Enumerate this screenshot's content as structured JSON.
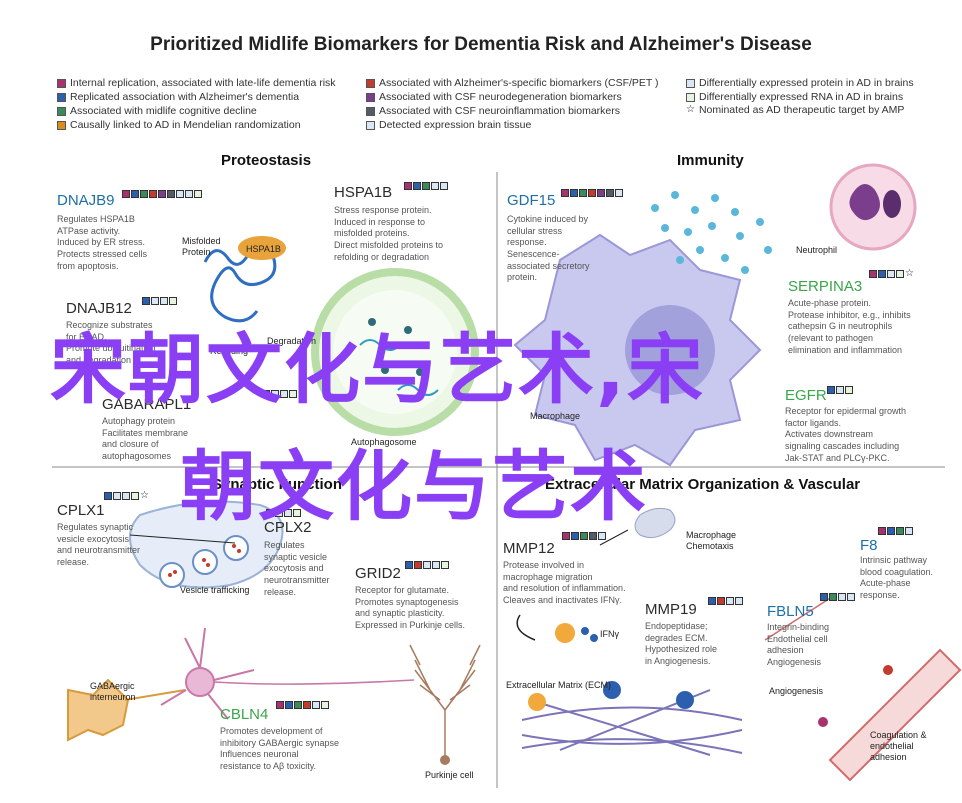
{
  "title": "Prioritized Midlife Biomarkers for Dementia Risk and Alzheimer's Disease",
  "colors": {
    "internal_replication": "#a8326e",
    "replicated_ad": "#2c5fae",
    "midlife_cognitive": "#3a8a5c",
    "mendelian": "#d98c1f",
    "ad_specific": "#c33a2e",
    "neurodegeneration": "#7a3e8c",
    "neuroinflammation": "#555a66",
    "brain_tissue": "#d9e6f5",
    "protein_ad": "#d8e8f2",
    "rna_ad": "#e6f3de",
    "watermark": "#8a3ff5"
  },
  "legend": [
    {
      "label": "Internal replication, associated with late-life dementia risk",
      "color": "#a8326e"
    },
    {
      "label": "Replicated association with Alzheimer's dementia",
      "color": "#2c5fae"
    },
    {
      "label": "Associated with midlife cognitive decline",
      "color": "#3a8a5c"
    },
    {
      "label": "Causally linked to AD in Mendelian randomization",
      "color": "#d98c1f"
    },
    {
      "label": "Associated with Alzheimer's-specific biomarkers (CSF/PET )",
      "color": "#c33a2e"
    },
    {
      "label": "Associated with CSF neurodegeneration biomarkers",
      "color": "#7a3e8c"
    },
    {
      "label": "Associated with CSF neuroinflammation biomarkers",
      "color": "#555a66"
    },
    {
      "label": "Detected expression brain tissue",
      "color": "#d9e6f5"
    },
    {
      "label": "Differentially expressed protein in AD in brains",
      "color": "#d8e8f2"
    },
    {
      "label": "Differentially expressed RNA in AD in brains",
      "color": "#e6f3de"
    },
    {
      "label": "Nominated as AD therapeutic target by AMP",
      "color": "star"
    }
  ],
  "sections": {
    "proteostasis": "Proteostasis",
    "immunity": "Immunity",
    "synaptic": "Synaptic Function",
    "ecm": "Extracellular Matrix Organization & Vascular"
  },
  "genes": {
    "dnajb9": {
      "name": "DNAJB9",
      "desc": "Regulates HSPA1B\nATPase activity.\nInduced by ER stress.\nProtects stressed cells\nfrom apoptosis."
    },
    "hspa1b": {
      "name": "HSPA1B",
      "desc": "Stress response protein.\nInduced in response to\nmisfolded proteins.\nDirect misfolded proteins to\nrefolding or degradation"
    },
    "dnajb12": {
      "name": "DNAJB12",
      "desc": "Recognize substrates\nfor ERAD.\nPromote ubiquitination\nand degradation"
    },
    "gabarapl1": {
      "name": "GABARAPL1",
      "desc": "Autophagy protein\nFacilitates membrane\nand closure of\nautophagosomes"
    },
    "gdf15": {
      "name": "GDF15",
      "desc": "Cytokine induced by\ncellular stress\nresponse.\nSenescence-\nassociated secretory\nprotein."
    },
    "serpina3": {
      "name": "SERPINA3",
      "desc": "Acute-phase protein.\nProtease inhibitor, e.g., inhibits\ncathepsin G in neutrophils\n(relevant to pathogen\nelimination and inflammation"
    },
    "egfr": {
      "name": "EGFR",
      "desc": "Receptor for epidermal growth\nfactor ligands.\nActivates downstream\nsignaling cascades including\nJak-STAT and PLCγ-PKC."
    },
    "cplx1": {
      "name": "CPLX1",
      "desc": "Regulates synaptic\nvesicle exocytosis\nand neurotransmitter\nrelease."
    },
    "cplx2": {
      "name": "CPLX2",
      "desc": "Regulates\nsynaptic vesicle\nexocytosis and\nneurotransmitter\nrelease."
    },
    "grid2": {
      "name": "GRID2",
      "desc": "Receptor for glutamate.\nPromotes synaptogenesis\nand synaptic plasticity.\nExpressed in Purkinje cells."
    },
    "cbln4": {
      "name": "CBLN4",
      "desc": "Promotes development of\ninhibitory GABAergic synapse\nInfluences neuronal\nresistance to Aβ toxicity."
    },
    "mmp12": {
      "name": "MMP12",
      "desc": "Protease involved in\nmacrophage migration\nand resolution of inflammation.\nCleaves and inactivates IFNγ."
    },
    "mmp19": {
      "name": "MMP19",
      "desc": "Endopeptidase;\ndegrades ECM.\nHypothesized role\nin Angiogenesis."
    },
    "f8": {
      "name": "F8",
      "desc": "Intrinsic pathway\nblood coagulation.\nAcute-phase\nresponse."
    },
    "fbln5": {
      "name": "FBLN5",
      "desc": "Integrin-binding\nEndothelial cell\nadhesion\nAngiogenesis"
    }
  },
  "labels": {
    "misfolded_protein": "Misfolded\nProtein",
    "hspa1b_blob": "HSPA1B",
    "refolding": "Refolding",
    "degradation": "Degradation",
    "autophagosome": "Autophagosome",
    "neutrophil": "Neutrophil",
    "macrophage": "Macrophage",
    "vesicle_trafficking": "Vesicle trafficking",
    "gabaergic": "GABAergic\ninterneuron",
    "purkinje": "Purkinje cell",
    "macrophage_chemotaxis": "Macrophage\nChemotaxis",
    "ifng": "IFNγ",
    "ecm": "Extracellular Matrix (ECM)",
    "angiogenesis": "Angiogenesis",
    "coagulation": "Coagulation &\nendothelial\nadhesion"
  },
  "watermark": {
    "line1": "宋朝文化与艺术,宋",
    "line2": "朝文化与艺术"
  }
}
